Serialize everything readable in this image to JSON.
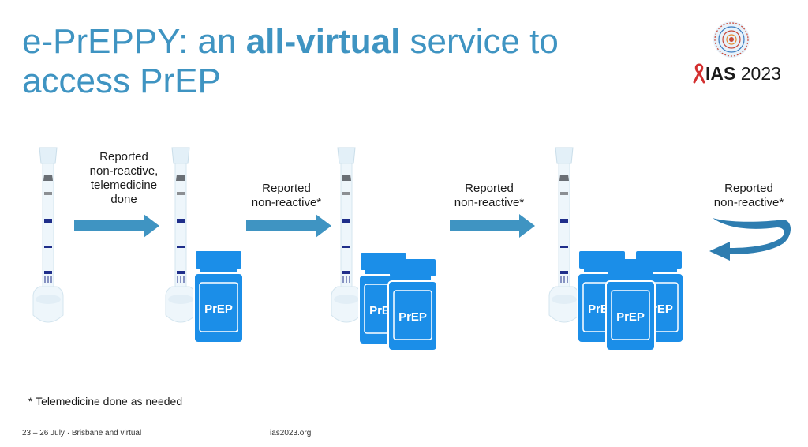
{
  "slide": {
    "title_part1": "e-PrEPPY: an ",
    "title_bold": "all-virtual",
    "title_part2": " service to access PrEP",
    "logo": {
      "brand": "IAS",
      "year": "2023"
    },
    "steps": [
      {
        "caption": [
          "Reported",
          "non-reactive,",
          "telemedicine",
          "done"
        ]
      },
      {
        "caption": [
          "Reported",
          "non-reactive*"
        ]
      },
      {
        "caption": [
          "Reported",
          "non-reactive*"
        ]
      },
      {
        "caption": [
          "Reported",
          "non-reactive*"
        ]
      }
    ],
    "bottle_label": "PrEP",
    "footnote": "* Telemedicine done as needed",
    "footer_left": "23 – 26 July · Brisbane and virtual",
    "footer_center": "ias2023.org",
    "colors": {
      "title": "#3f94c2",
      "arrow": "#3f94c2",
      "bottle": "#1b8ee8",
      "tube_marker": "#1f2e8a"
    }
  }
}
